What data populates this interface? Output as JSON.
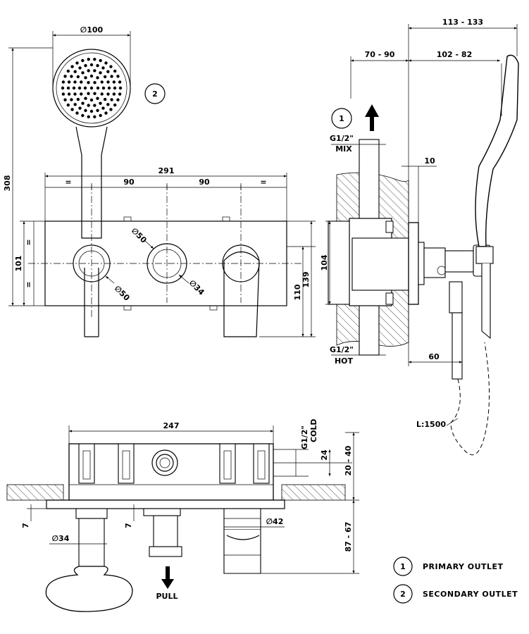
{
  "callouts": {
    "primary_number": "1",
    "secondary_number": "2"
  },
  "legend": [
    {
      "number": "1",
      "label": "PRIMARY OUTLET"
    },
    {
      "number": "2",
      "label": "SECONDARY OUTLET"
    }
  ],
  "front_view": {
    "dim_head_diameter": "∅100",
    "dim_total_height": "308",
    "dim_width": "291",
    "dim_spacing_left": "90",
    "dim_spacing_right": "90",
    "eq_left": "=",
    "eq_right": "=",
    "dim_plate_height": "101",
    "eq_v_top": "=",
    "eq_v_bottom": "=",
    "dim_knob_left": "∅50",
    "dim_knob_center": "∅50",
    "dim_knob_inner": "∅34",
    "dim_110": "110",
    "dim_139": "139"
  },
  "side_view": {
    "dim_113_133": "113 - 133",
    "dim_70_90": "70 - 90",
    "dim_102_82": "102 - 82",
    "dim_10": "10",
    "mix_thread": "G1/2\"",
    "mix_label": "MIX",
    "hot_thread": "G1/2\"",
    "hot_label": "HOT",
    "dim_104": "104",
    "dim_60": "60",
    "hose_length": "L:1500"
  },
  "top_view": {
    "dim_247": "247",
    "cold_thread": "G1/2\"",
    "cold_label": "COLD",
    "dim_24": "24",
    "dim_20_40": "20 - 40",
    "dim_7_left": "7",
    "dim_7_center": "7",
    "dim_42": "∅42",
    "dim_34": "∅34",
    "dim_87_67": "87 - 67",
    "pull_label": "PULL"
  }
}
